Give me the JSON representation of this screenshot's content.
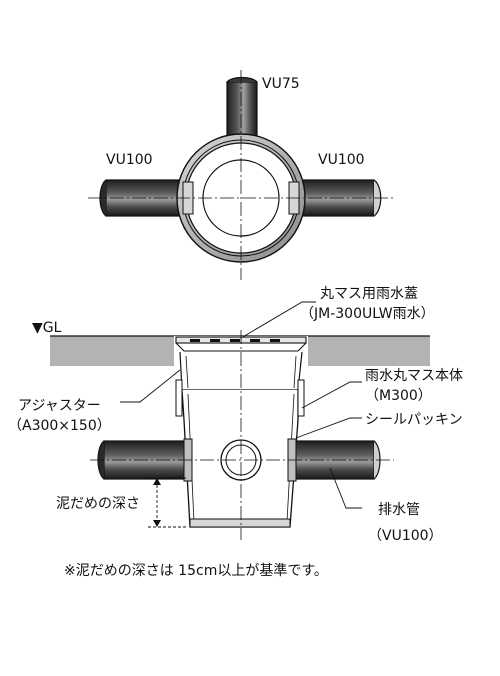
{
  "top_view": {
    "pipe_top": "VU75",
    "pipe_left": "VU100",
    "pipe_right": "VU100"
  },
  "section_view": {
    "ground_level": "▼GL",
    "lid_name": "丸マス用雨水蓋",
    "lid_model": "（JM-300ULW雨水）",
    "body_name": "雨水丸マス本体",
    "body_model": "（M300）",
    "adjuster_name": "アジャスター",
    "adjuster_model": "（A300×150）",
    "seal": "シールパッキン",
    "drain_pipe": "排水管",
    "drain_pipe_model": "（VU100）",
    "sludge_depth": "泥だめの深さ"
  },
  "footnote": "※泥だめの深さは 15cm以上が基準です。",
  "colors": {
    "pipe_dark": "#2a2a2a",
    "pipe_mid": "#6a6a6a",
    "pipe_light": "#bdbdbd",
    "ground": "#b3b3b3",
    "line": "#111111"
  }
}
